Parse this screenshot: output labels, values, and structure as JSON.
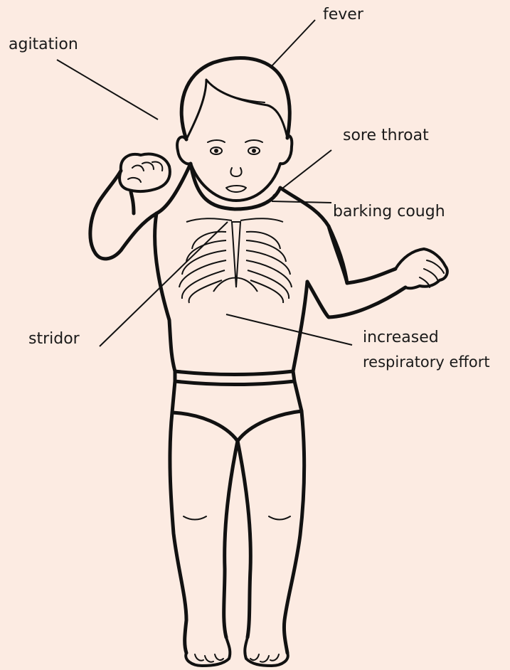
{
  "colors": {
    "background": "#fcebe2",
    "ink": "#111111",
    "text": "#1a1a1a"
  },
  "labels": {
    "fever": "fever",
    "agitation": "agitation",
    "sore_throat": "sore throat",
    "barking_cough": "barking cough",
    "stridor": "stridor",
    "increased_effort_line1": "increased",
    "increased_effort_line2": "respiratory effort"
  }
}
